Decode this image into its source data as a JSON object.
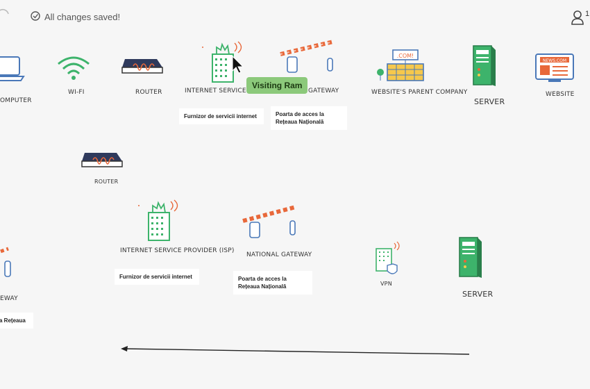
{
  "header": {
    "status": "All changes saved!",
    "collaborators": "1"
  },
  "top_row": {
    "computer": "OMPUTER",
    "wifi": "WI-FI",
    "router": "ROUTER",
    "isp": "INTERNET SERVICE PROVIDER (ISP)",
    "gateway": "GATEWAY",
    "parent_company": "WEBSITE'S PARENT COMPANY",
    "server": "SERVER",
    "website": "WEBSITE",
    "com_sign": ".COM!",
    "news_sign": "NEWS.COM"
  },
  "notes": {
    "isp_top": "Furnizor de servicii internet",
    "gateway_top": "Poarta de acces la Rețeaua Națională",
    "isp_mid": "Furnizor de servicii internet",
    "gateway_mid": "Poarta de acces la Rețeaua Națională",
    "gateway_left": "a Rețeaua"
  },
  "middle": {
    "router": "ROUTER",
    "isp": "INTERNET SERVICE PROVIDER (ISP)",
    "gateway": "NATIONAL GATEWAY",
    "gateway_left": "EWAY",
    "vpn": "VPN",
    "server": "SERVER"
  },
  "cursor_tag": "Visiting Ram",
  "colors": {
    "green": "#3db36b",
    "orange": "#e8683a",
    "blue": "#4a78b8",
    "tag_bg": "#8cc97b"
  }
}
